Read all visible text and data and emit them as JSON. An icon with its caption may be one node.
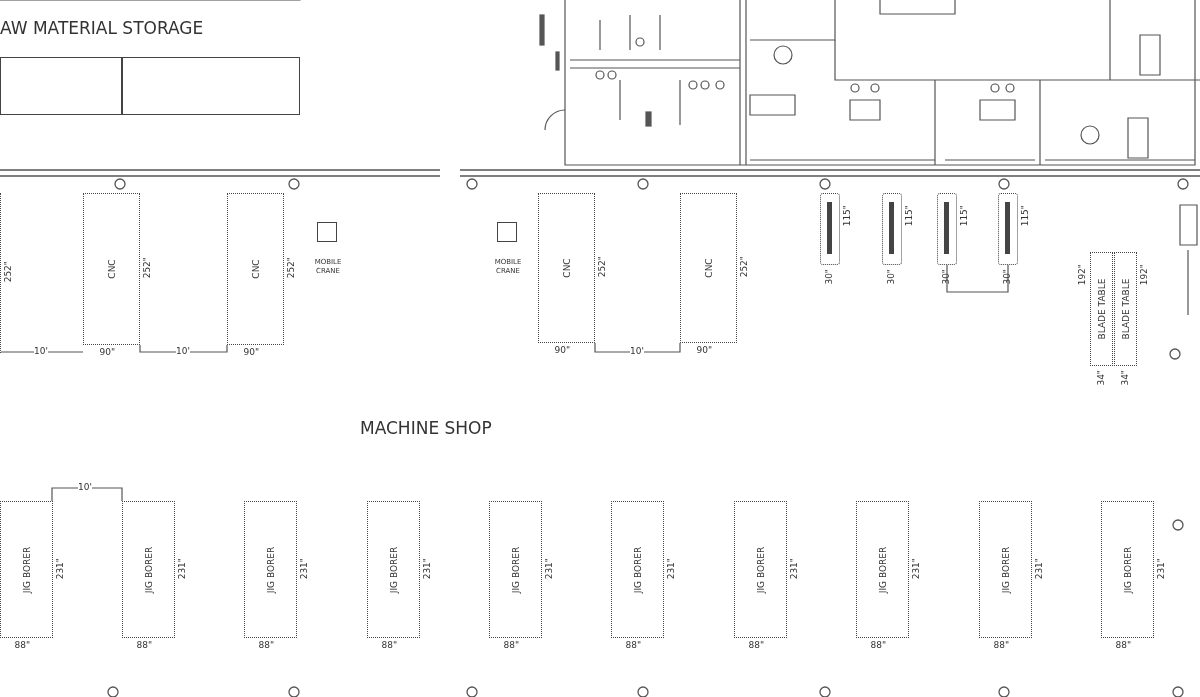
{
  "diagram": {
    "nodes": [
      {
        "text": [],
        "shape": "box"
      },
      {
        "text": [],
        "shape": "box"
      },
      {
        "text": [],
        "shape": "box",
        "beside": [
          "252\""
        ]
      },
      {
        "text": [
          "CNC"
        ],
        "beside": [
          "252\"",
          "90\""
        ]
      },
      {
        "text": [
          "CNC"
        ],
        "beside": [
          "252\"",
          "90\""
        ]
      },
      {
        "text": [
          "MOBILE CRANE"
        ]
      },
      {
        "text": [
          "MOBILE CRANE"
        ]
      },
      {
        "text": [
          "CNC"
        ],
        "beside": [
          "252\"",
          "90\""
        ]
      },
      {
        "text": [
          "CNC"
        ],
        "beside": [
          "252\"",
          "90\""
        ]
      },
      {
        "text": [],
        "shape": "box",
        "beside": [
          "115\"",
          "30\""
        ]
      },
      {
        "text": [],
        "shape": "box",
        "beside": [
          "115\"",
          "30\""
        ]
      },
      {
        "text": [],
        "shape": "box",
        "beside": [
          "115\"",
          "30\""
        ]
      },
      {
        "text": [],
        "shape": "box",
        "beside": [
          "115\"",
          "30\""
        ]
      },
      {
        "text": [
          "BLADE TABLE"
        ],
        "beside": [
          "192\"",
          "34\""
        ]
      },
      {
        "text": [
          "BLADE TABLE"
        ],
        "beside": [
          "192\"",
          "34\""
        ]
      },
      {
        "text": [
          "JIG BORER"
        ],
        "beside": [
          "231\"",
          "88\""
        ]
      },
      {
        "text": [
          "JIG BORER"
        ],
        "beside": [
          "231\"",
          "88\""
        ]
      },
      {
        "text": [
          "JIG BORER"
        ],
        "beside": [
          "231\"",
          "88\""
        ]
      },
      {
        "text": [
          "JIG BORER"
        ],
        "beside": [
          "231\"",
          "88\""
        ]
      },
      {
        "text": [
          "JIG BORER"
        ],
        "beside": [
          "231\"",
          "88\""
        ]
      },
      {
        "text": [
          "JIG BORER"
        ],
        "beside": [
          "231\"",
          "88\""
        ]
      },
      {
        "text": [
          "JIG BORER"
        ],
        "beside": [
          "231\"",
          "88\""
        ]
      },
      {
        "text": [
          "JIG BORER"
        ],
        "beside": [
          "231\"",
          "88\""
        ]
      },
      {
        "text": [
          "JIG BORER"
        ],
        "beside": [
          "231\"",
          "88\""
        ]
      },
      {
        "text": [
          "JIG BORER"
        ],
        "beside": [
          "231\"",
          "88\""
        ]
      }
    ],
    "labels": [
      "AW MATERIAL STORAGE",
      "10'",
      "10'",
      "10'",
      "MACHINE SHOP",
      "10'"
    ]
  }
}
